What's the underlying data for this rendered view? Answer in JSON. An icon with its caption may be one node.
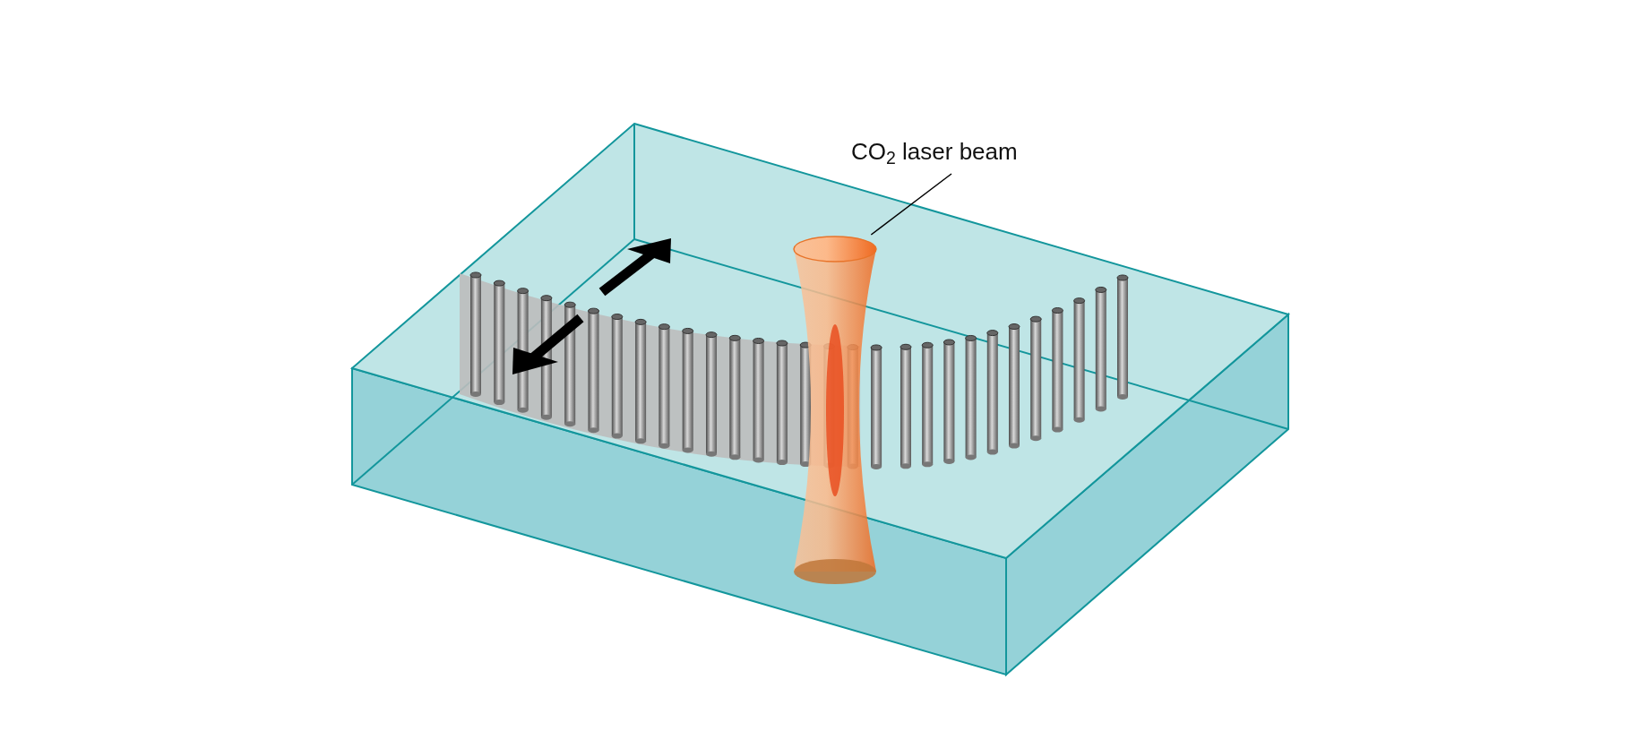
{
  "diagram": {
    "nodes": [
      {
        "text": [
          "CO$_{2}$ laser beam"
        ]
      },
      {
        "text": [],
        "shape": "picture"
      }
    ],
    "edges": [
      {
        "from": 0,
        "to": 1,
        "arrow": "none"
      }
    ]
  }
}
